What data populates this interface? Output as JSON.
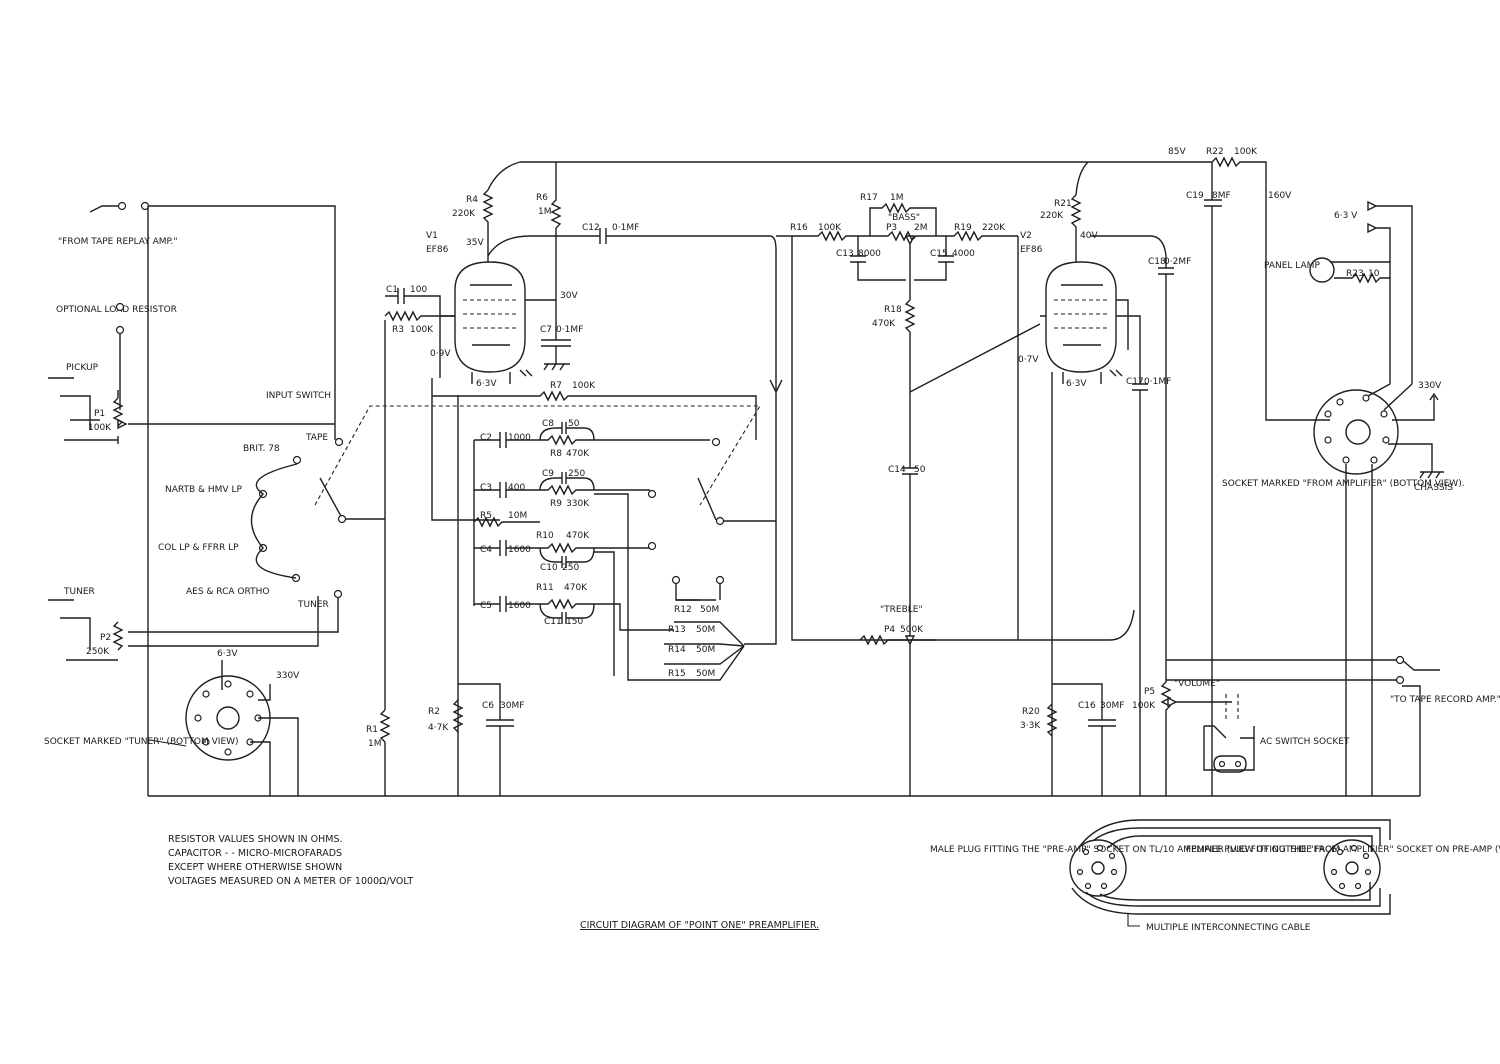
{
  "labels": {
    "from_tape_replay": "\"FROM TAPE REPLAY AMP.\"",
    "optional_load_resistor": "OPTIONAL LOAD RESISTOR",
    "pickup": "PICKUP",
    "p1": "P1",
    "p1_val": "100k",
    "input_switch": "INPUT SWITCH",
    "tape": "TAPE",
    "brit78": "BRIT. 78",
    "nartb": "NARTB & HMV LP",
    "col_lp": "COL LP & FFRR LP",
    "aes": "AES & RCA ORTHO",
    "tuner_sw": "TUNER",
    "tuner_in": "TUNER",
    "p2": "P2",
    "p2_val": "250k",
    "tuner_socket_63v": "6·3V",
    "tuner_socket_330v": "330V",
    "socket_tuner": "SOCKET MARKED \"TUNER\" (BOTTOM VIEW)",
    "r1": "R1",
    "r1_val": "1M",
    "r2": "R2",
    "r2_val": "4·7k",
    "c6": "C6",
    "c6_val": "30µF",
    "r3": "R3",
    "r3_val": "100k",
    "c1": "C1",
    "c1_val": "100",
    "v1": "V1",
    "v1_type": "EF86",
    "v1_anode_v": "35V",
    "v1_screen_v": "30V",
    "v1_cathode_v": "0·9V",
    "v1_heater": "6·3V",
    "r4": "R4",
    "r4_val": "220k",
    "r6": "R6",
    "r6_val": "1M",
    "c7": "C7",
    "c7_val": "0·1µF",
    "c12": "C12",
    "c12_val": "0·1µF",
    "r7": "R7",
    "r7_val": "100k",
    "c2": "C2",
    "c2_val": "1000",
    "c3": "C3",
    "c3_val": "400",
    "c4": "C4",
    "c4_val": "1600",
    "c5": "C5",
    "c5_val": "1600",
    "r5": "R5",
    "r5_val": "10M",
    "c8": "C8",
    "c8_val": "50",
    "r8": "R8",
    "r8_val": "470k",
    "c9": "C9",
    "c9_val": "250",
    "r9": "R9",
    "r9_val": "330k",
    "r10": "R10",
    "r10_val": "470k",
    "c10": "C10",
    "c10_val": "250",
    "r11": "R11",
    "r11_val": "470k",
    "c11": "C11",
    "c11_val": "150",
    "r12": "R12",
    "r12_val": "50M",
    "r13": "R13",
    "r13_val": "50M",
    "r14": "R14",
    "r14_val": "50M",
    "r15": "R15",
    "r15_val": "50M",
    "r16": "R16",
    "r16_val": "100k",
    "r17": "R17",
    "r17_val": "1M",
    "bass": "\"BASS\"",
    "p3": "P3",
    "p3_val": "2M",
    "r19": "R19",
    "r19_val": "220k",
    "c13": "C13",
    "c13_val": "8000",
    "c15": "C15",
    "c15_val": "4000",
    "r18": "R18",
    "r18_val": "470k",
    "c14": "C14",
    "c14_val": "50",
    "treble": "\"TREBLE\"",
    "p4": "P4",
    "p4_val": "500k",
    "hv_85v": "85V",
    "r22": "R22",
    "r22_val": "100k",
    "c19": "C19",
    "c19_val": "8µF",
    "hv_160v": "160V",
    "r21": "R21",
    "r21_val": "220k",
    "v2": "V2",
    "v2_type": "EF86",
    "v2_anode_v": "40V",
    "v2_cathode_v": "0·7V",
    "v2_heater": "6·3V",
    "c18": "C18",
    "c18_val": "0·2µF",
    "c17": "C17",
    "c17_val": "0·1µF",
    "r20": "R20",
    "r20_val": "3·3k",
    "c16": "C16",
    "c16_val": "30µF",
    "p5": "P5",
    "p5_val": "100k",
    "volume": "\"VOLUME\"",
    "ac_switch": "AC SWITCH SOCKET",
    "to_tape_record": "\"TO TAPE RECORD AMP.\"",
    "supply_63v": "6·3 V",
    "panel_lamp": "PANEL LAMP",
    "r23": "R23",
    "r23_val": "10",
    "amp_socket_330v": "330V",
    "chassis": "CHASSIS",
    "socket_from_amp": "SOCKET MARKED \"FROM AMPLIFIER\" (BOTTOM VIEW).",
    "male_plug": "MALE PLUG FITTING THE \"PRE-AMP\" SOCKET ON TL/10 AMPLIFIER (VIEW OF OUTSIDE FACE)",
    "female_plug": "FEMALE PLUG FITTING THE \"FROM AMPLIFIER\" SOCKET ON PRE-AMP (VIEW OF OUTSIDE FACE)",
    "multi_cable": "MULTIPLE INTERCONNECTING CABLE"
  },
  "notes": {
    "line1": "RESISTOR VALUES SHOWN IN OHMS.",
    "line2": "CAPACITOR   -   -   MICRO-MICROFARADS",
    "line3": "EXCEPT WHERE OTHERWISE SHOWN",
    "line4": "VOLTAGES MEASURED ON A METER OF 1000Ω/VOLT"
  },
  "caption": "CIRCUIT DIAGRAM OF \"POINT ONE\" PREAMPLIFIER."
}
